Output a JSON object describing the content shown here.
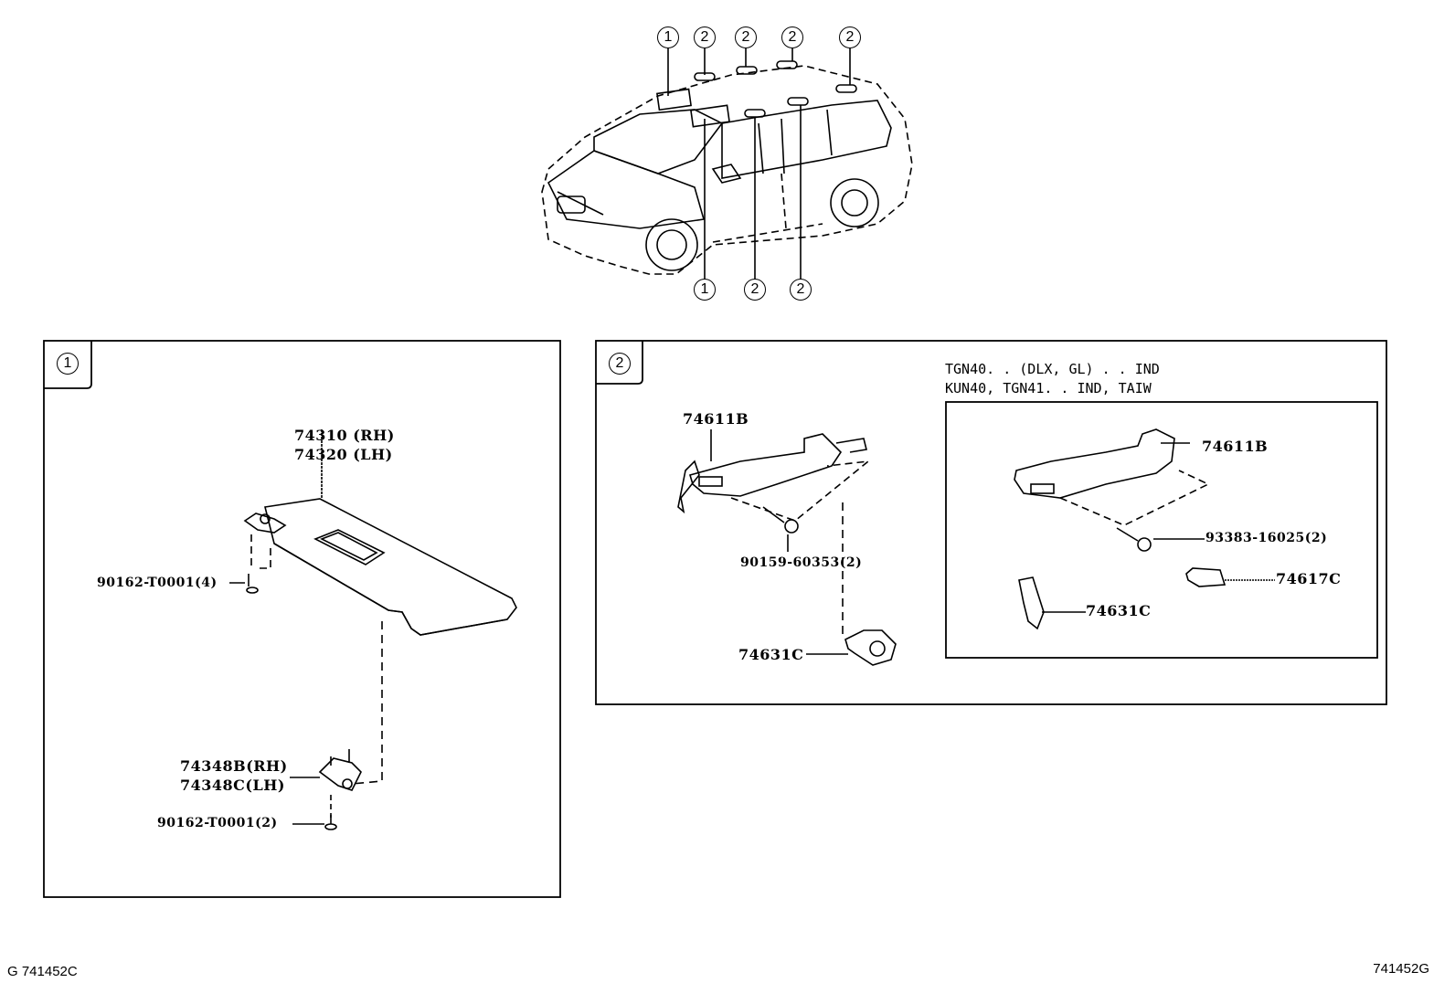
{
  "overview": {
    "top_callouts": [
      "1",
      "2",
      "2",
      "2",
      "2"
    ],
    "bottom_callouts": [
      "1",
      "2",
      "2"
    ]
  },
  "panel1": {
    "callout": "1",
    "labels": {
      "visor_rh": "74310 (RH)",
      "visor_lh": "74320 (LH)",
      "screw_top": "90162-T0001(4)",
      "holder_rh": "74348B(RH)",
      "holder_lh": "74348C(LH)",
      "screw_bottom": "90162-T0001(2)"
    }
  },
  "panel2": {
    "callout": "2",
    "labels": {
      "grip": "74611B",
      "screw": "90159-60353(2)",
      "hook": "74631C"
    },
    "variant": {
      "condition_line1": "TGN40. . (DLX, GL) . . IND",
      "condition_line2": "KUN40, TGN41. . IND, TAIW",
      "grip": "74611B",
      "screw": "93383-16025(2)",
      "cap": "74617C",
      "hook": "74631C"
    }
  },
  "footer": {
    "left_code": "G 741452C",
    "right_code": "741452G"
  }
}
